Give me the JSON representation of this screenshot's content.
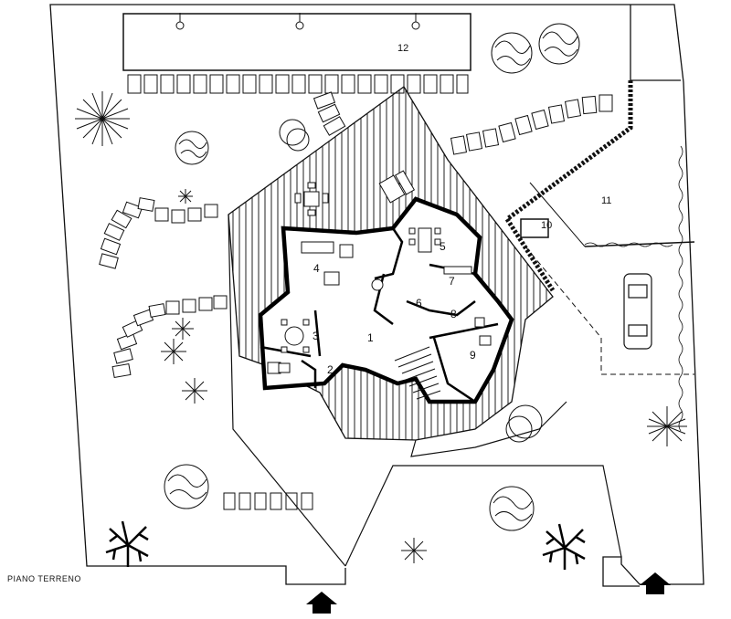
{
  "plan": {
    "caption": "PIANO TERRENO",
    "room_labels": [
      "1",
      "2",
      "3",
      "4",
      "5",
      "6",
      "7",
      "8",
      "9",
      "10",
      "11",
      "12"
    ]
  }
}
